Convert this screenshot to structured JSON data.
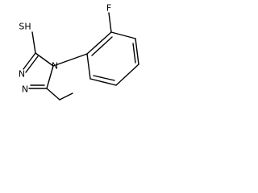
{
  "structure": {
    "atoms": {
      "sh": "SH",
      "f": "F",
      "n_ring_top": "N",
      "n_ring_bottom": "N",
      "n_ring_aryl": "N"
    }
  }
}
